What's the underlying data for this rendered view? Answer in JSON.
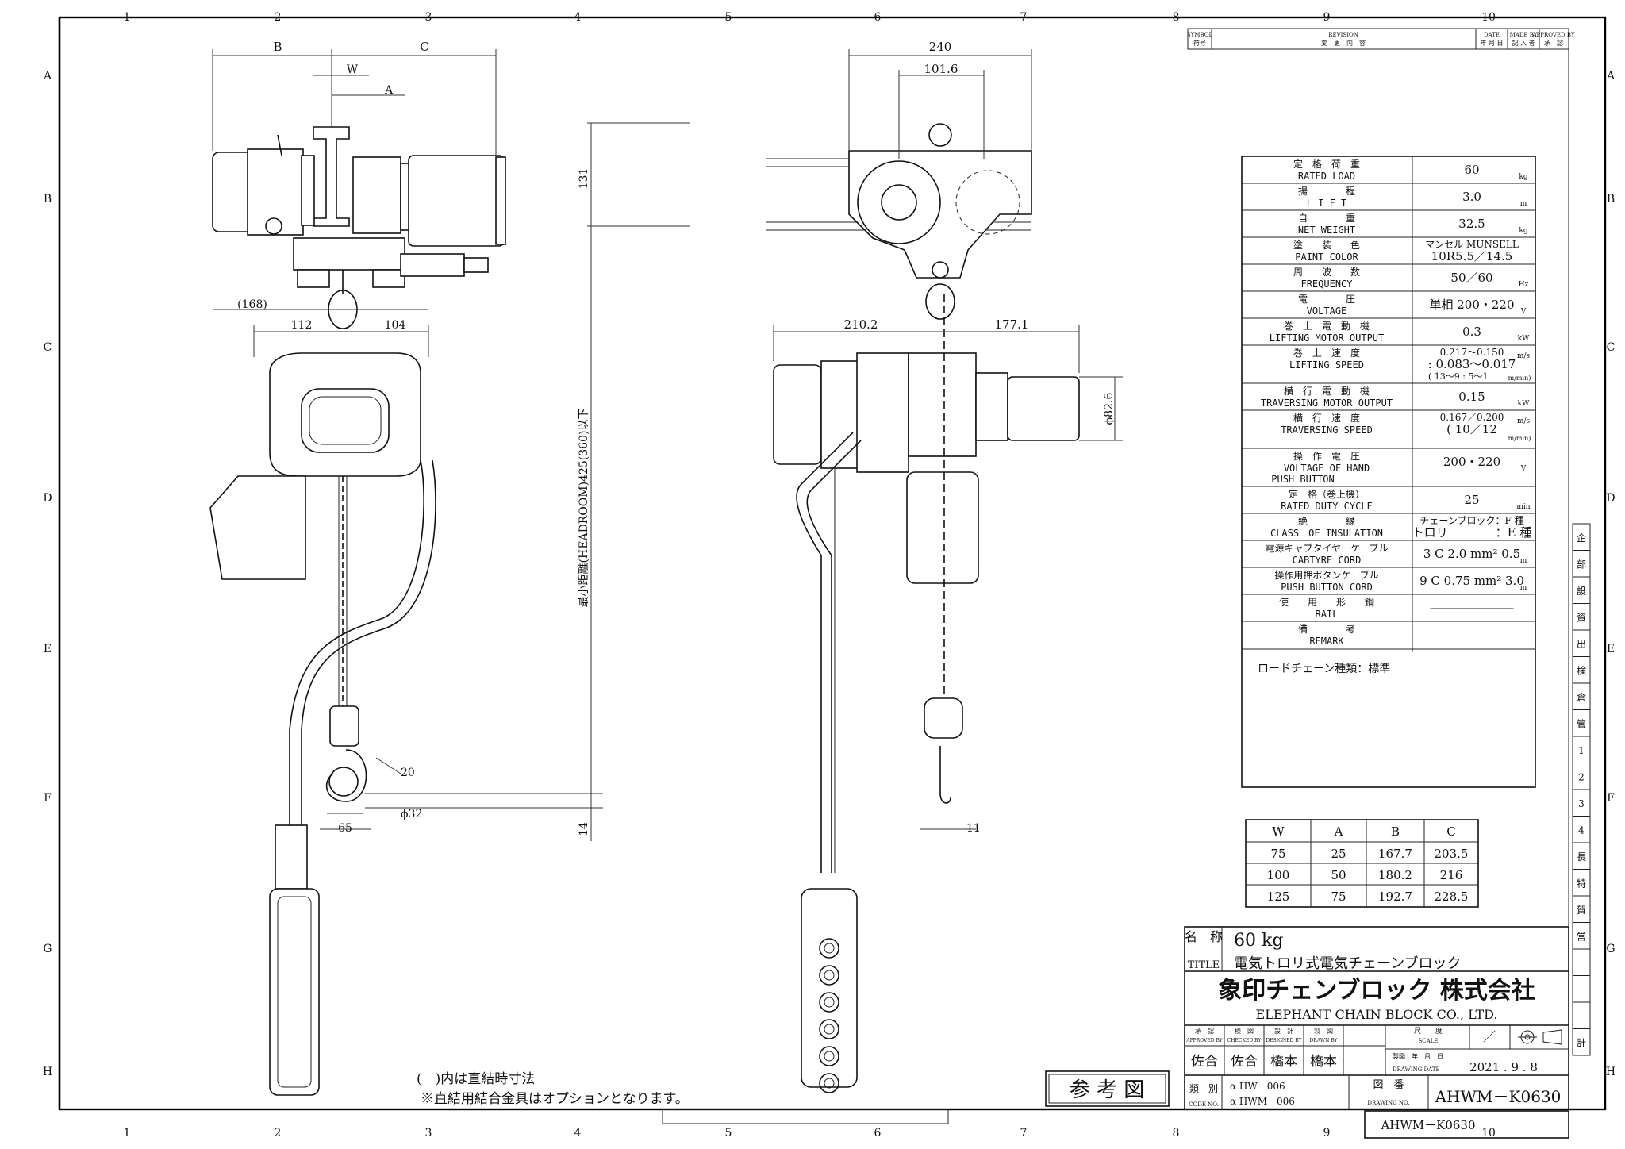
{
  "grid": {
    "columns": [
      "1",
      "2",
      "3",
      "4",
      "5",
      "6",
      "7",
      "8",
      "9",
      "10"
    ],
    "rows": [
      "A",
      "B",
      "C",
      "D",
      "E",
      "F",
      "G",
      "H"
    ]
  },
  "revision_header": {
    "symbol": "SYMBOL",
    "symbol_jp": "符号",
    "revision": "REVISION",
    "revision_jp": "変　更　内　容",
    "date": "DATE",
    "date_jp": "年 月 日",
    "made_by": "MADE BY",
    "made_by_jp": "記 入 者",
    "approved_by": "APPROVED BY",
    "approved_by_jp": "承　認"
  },
  "dimensions": {
    "b": "B",
    "c": "C",
    "w": "W",
    "a": "A",
    "d168": "(168)",
    "d112": "112",
    "d104": "104",
    "d240": "240",
    "d101_6": "101.6",
    "d131": "131",
    "headroom": "最小距離(HEADROOM)425(360)以下",
    "d14": "14",
    "d210_2": "210.2",
    "d177_1": "177.1",
    "d82_6": "ϕ82.6",
    "d20": "20",
    "d32": "ϕ32",
    "d65": "65",
    "d11": "11"
  },
  "spec_table": [
    {
      "jp": "定　格　荷　重",
      "en": "RATED LOAD",
      "value": "60",
      "unit": "kg"
    },
    {
      "jp": "揚　　　　程",
      "en": "L I F T",
      "value": "3.0",
      "unit": "m"
    },
    {
      "jp": "自　　　　重",
      "en": "NET WEIGHT",
      "value": "32.5",
      "unit": "kg"
    },
    {
      "jp": "塗　　装　　色",
      "en": "PAINT COLOR",
      "value_top": "マンセル MUNSELL",
      "value": "10R5.5／14.5",
      "unit": ""
    },
    {
      "jp": "周　　波　　数",
      "en": "FREQUENCY",
      "value": "50／60",
      "unit": "Hz"
    },
    {
      "jp": "電　　　　圧",
      "en": "VOLTAGE",
      "value": "単相 200・220",
      "unit": "V"
    },
    {
      "jp": "巻　上　電　動　機",
      "en": "LIFTING MOTOR OUTPUT",
      "value": "0.3",
      "unit": "kW"
    },
    {
      "jp": "巻　上　速　度",
      "en": "LIFTING SPEED",
      "value_top": "0.217〜0.150",
      "value": ": 0.083〜0.017",
      "value_bottom": "( 13〜9 : 5〜1",
      "unit": "m/s",
      "unit2": "m/min)"
    },
    {
      "jp": "横　行　電　動　機",
      "en": "TRAVERSING MOTOR OUTPUT",
      "value": "0.15",
      "unit": "kW"
    },
    {
      "jp": "横　行　速　度",
      "en": "TRAVERSING SPEED",
      "value_top": "0.167／0.200",
      "value": "( 10／12",
      "unit": "m/s",
      "unit2": "m/min)"
    },
    {
      "jp": "操　作　電　圧",
      "en": "VOLTAGE OF HAND",
      "en2": "PUSH BUTTON",
      "value": "200・220",
      "unit": "V"
    },
    {
      "jp": "定　格（巻上機）",
      "en": "RATED DUTY CYCLE",
      "value": "25",
      "unit": "min"
    },
    {
      "jp": "絶　　　　縁",
      "en": "CLASS　OF INSULATION",
      "value_top": "チェーンブロック：F 種",
      "value": "トロリ　　　　：E 種",
      "unit": ""
    },
    {
      "jp": "電源キャブタイヤーケーブル",
      "en": "CABTYRE CORD",
      "value": "3  C 2.0 mm² 0.5",
      "unit": "m"
    },
    {
      "jp": "操作用押ボタンケーブル",
      "en": "PUSH BUTTON CORD",
      "value": "9  C 0.75 mm² 3.0",
      "unit": "m"
    },
    {
      "jp": "使　　用　　形　　鋼",
      "en": "RAIL",
      "value": "―――――――",
      "unit": ""
    },
    {
      "jp": "備　　　　考",
      "en": "REMARK",
      "value": "",
      "unit": ""
    }
  ],
  "remark_note": "ロードチェーン種類：標準",
  "dim_table": {
    "headers": [
      "W",
      "A",
      "B",
      "C"
    ],
    "rows": [
      [
        "75",
        "25",
        "167.7",
        "203.5"
      ],
      [
        "100",
        "50",
        "180.2",
        "216"
      ],
      [
        "125",
        "75",
        "192.7",
        "228.5"
      ]
    ]
  },
  "title_block": {
    "name_label": "名　称",
    "title_label": "TITLE",
    "model": "60 kg",
    "title": "電気トロリ式電気チェーンブロック",
    "company_jp": "象印チェンブロック 株式会社",
    "company_en": "ELEPHANT CHAIN BLOCK CO., LTD.",
    "roles": [
      {
        "jp": "承　認",
        "en": "APPROVED BY",
        "name": "佐合"
      },
      {
        "jp": "検　図",
        "en": "CHECKED BY",
        "name": "佐合"
      },
      {
        "jp": "設　計",
        "en": "DESIGNED BY",
        "name": "橋本"
      },
      {
        "jp": "製　図",
        "en": "DRAWN BY",
        "name": "橋本"
      }
    ],
    "scale_label_jp": "尺　　度",
    "scale_label": "SCALE",
    "scale_value": "／",
    "drawing_date_label_jp": "製図　年　月　日",
    "drawing_date_label": "DRAWING DATE",
    "drawing_date": "2021 . 9 . 8",
    "category_label_jp": "類　別",
    "category_label": "CODE NO.",
    "category_1": "α HW－006",
    "category_2": "α HWM－006",
    "drawing_no_label_jp": "図　番",
    "drawing_no_label": "DRAWING NO.",
    "drawing_no": "AHWM－K0630",
    "drawing_no_tab": "AHWM－K0630"
  },
  "reference_stamp": "参 考 図",
  "footnotes": [
    "(　)内は直結時寸法",
    "※直結用結合金具はオプションとなります。"
  ],
  "circulation_stamps": [
    "企",
    "部",
    "設",
    "資",
    "出",
    "検",
    "倉",
    "管",
    "1",
    "2",
    "3",
    "4",
    "長",
    "特",
    "賀",
    "営",
    "",
    "",
    "",
    "計"
  ]
}
